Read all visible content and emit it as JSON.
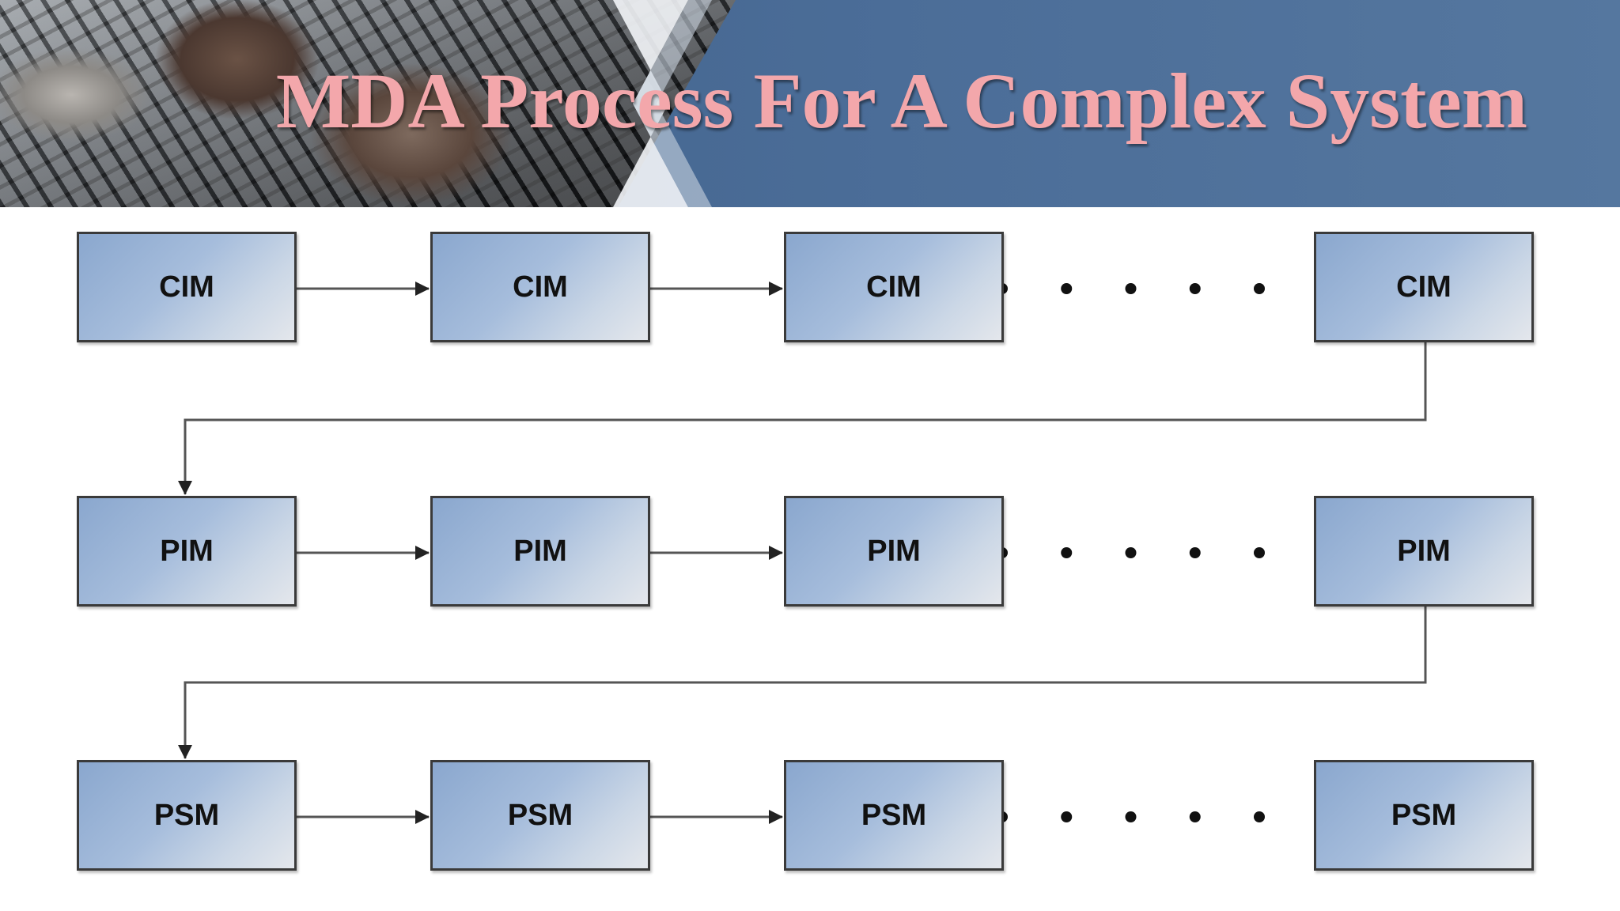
{
  "slide": {
    "title": "MDA Process For A Complex System"
  },
  "diagram": {
    "rows": [
      {
        "label": "CIM",
        "nodes": [
          "CIM",
          "CIM",
          "CIM",
          "CIM"
        ]
      },
      {
        "label": "PIM",
        "nodes": [
          "PIM",
          "PIM",
          "PIM",
          "PIM"
        ]
      },
      {
        "label": "PSM",
        "nodes": [
          "PSM",
          "PSM",
          "PSM",
          "PSM"
        ]
      }
    ],
    "continuation_dots": 5,
    "colors": {
      "box_fill_start": "#8aa7ce",
      "box_fill_end": "#e4e7ec",
      "box_border": "#3a3a3a",
      "connector": "#555555",
      "title": "#f3a7ab",
      "banner": "#4b6d98"
    }
  }
}
